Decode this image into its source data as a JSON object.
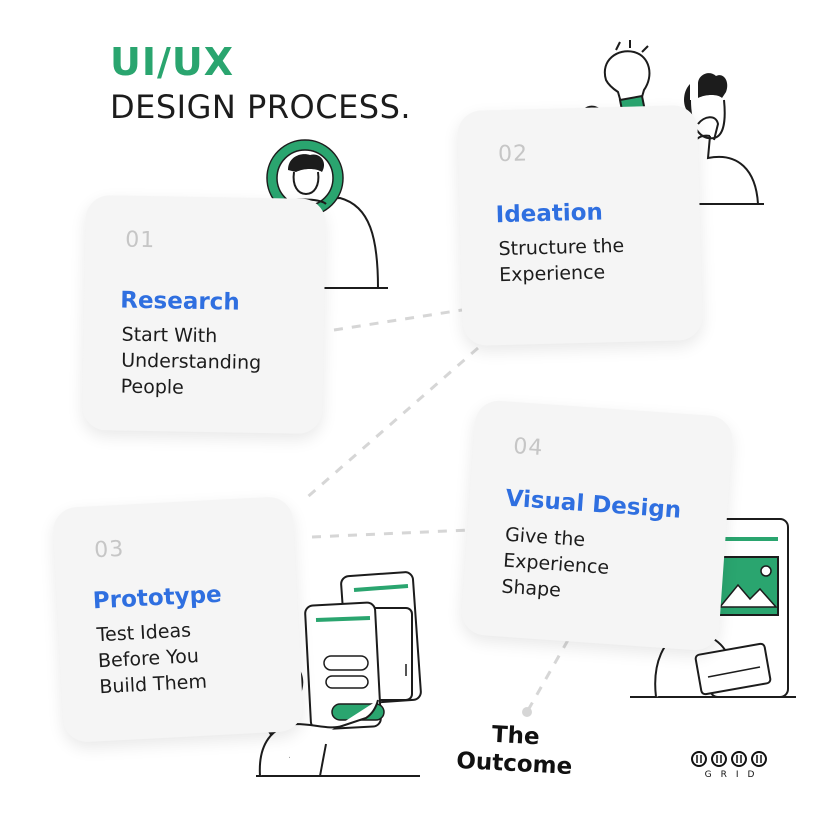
{
  "title": {
    "accent": "UI/UX",
    "main": "DESIGN PROCESS."
  },
  "steps": [
    {
      "number": "01",
      "heading": "Research",
      "lines": [
        "Start With",
        "Understanding",
        "People"
      ]
    },
    {
      "number": "02",
      "heading": "Ideation",
      "lines": [
        "Structure the",
        "Experience"
      ]
    },
    {
      "number": "03",
      "heading": "Prototype",
      "lines": [
        "Test Ideas",
        "Before You",
        "Build Them"
      ]
    },
    {
      "number": "04",
      "heading": "Visual Design",
      "lines": [
        "Give the",
        "Experience",
        "Shape"
      ]
    }
  ],
  "outcome": {
    "lines": [
      "The",
      "Outcome"
    ]
  },
  "logo": {
    "word": "GRID"
  },
  "colors": {
    "accent_green": "#2aa56f",
    "heading_blue": "#2f6fe0",
    "card_bg": "#f5f5f5",
    "connector": "#d6d6d6"
  }
}
